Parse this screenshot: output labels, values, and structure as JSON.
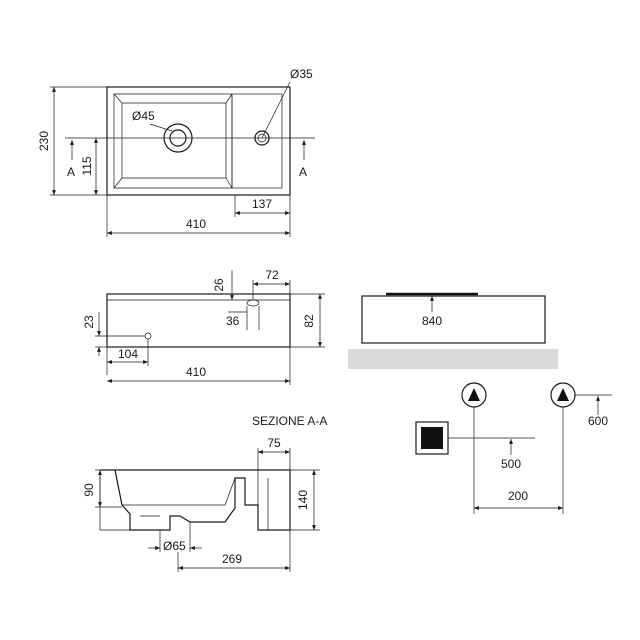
{
  "top_view": {
    "dim_width": "410",
    "dim_height": "230",
    "dim_half_height": "115",
    "dim_tap_offset": "137",
    "dim_waste_diameter": "Ø45",
    "dim_tap_hole_diameter": "Ø35",
    "section_mark_left": "A",
    "section_mark_right": "A"
  },
  "front_view": {
    "dim_tap_from_right": "72",
    "dim_tap_from_top": "26",
    "dim_tap_hole": "36",
    "dim_overflow_height": "23",
    "dim_overflow_offset": "104",
    "dim_total_height": "82",
    "dim_width": "410"
  },
  "section_view": {
    "title": "SEZIONE A-A",
    "dim_tap_depth": "75",
    "dim_bowl_depth": "90",
    "dim_total_height": "140",
    "dim_waste_diameter": "Ø65",
    "dim_waste_offset": "269"
  },
  "install_view": {
    "dim_top_height": "840"
  },
  "supply_view": {
    "dim_supply_height": "600",
    "dim_waste_height": "500",
    "dim_supply_spacing": "200"
  },
  "colors": {
    "line": "#1a1a1a",
    "floor": "#d9d9d9",
    "symbol_fill": "#111111"
  }
}
